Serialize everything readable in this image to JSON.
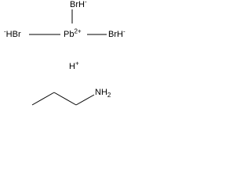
{
  "molecule": {
    "pb_center": {
      "symbol": "Pb",
      "charge": "2+"
    },
    "br_top": {
      "symbol": "BrH",
      "charge": "-"
    },
    "br_left": {
      "prefix_charge": "-",
      "symbol": "HBr"
    },
    "br_right": {
      "symbol": "BrH",
      "charge": "-"
    },
    "proton": {
      "symbol": "H",
      "charge": "+"
    },
    "amine": {
      "symbol": "NH",
      "subscript": "2"
    }
  },
  "colors": {
    "bond": "#000000",
    "text": "#000000"
  }
}
